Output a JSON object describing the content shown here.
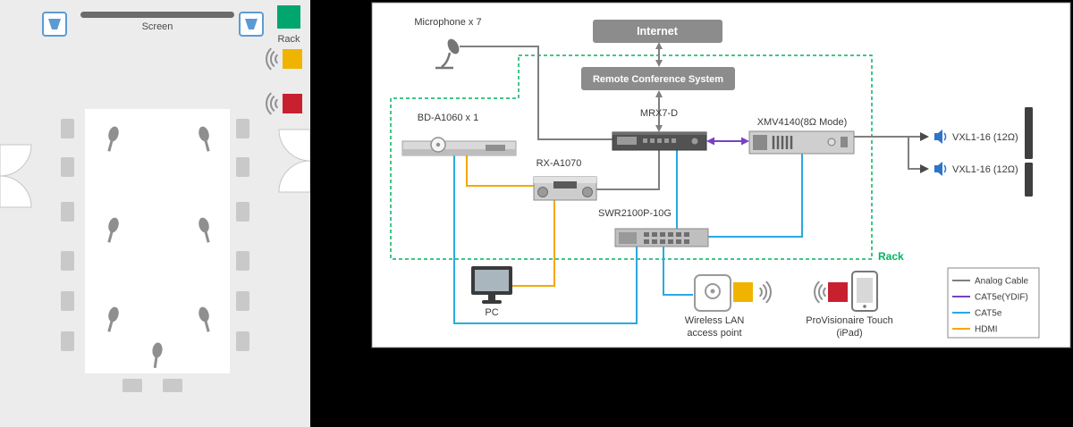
{
  "colors": {
    "rack_marker_green": "#00A66E",
    "ap_marker_yellow": "#F0B400",
    "ipad_marker_red": "#C8202F",
    "rack_outline_green": "#00B464"
  },
  "room": {
    "screen_label": "Screen",
    "rack_label": "Rack"
  },
  "diagram": {
    "microphone_label": "Microphone x 7",
    "internet_label": "Internet",
    "remote_conference_label": "Remote Conference System",
    "mrx_label": "MRX7-D",
    "xmv_label": "XMV4140(8Ω Mode)",
    "bd_label": "BD-A1060 x 1",
    "rx_label": "RX-A1070",
    "swr_label": "SWR2100P-10G",
    "pc_label": "PC",
    "wlan_label_line1": "Wireless LAN",
    "wlan_label_line2": "access point",
    "provisionaire_label_line1": "ProVisionaire Touch",
    "provisionaire_label_line2": "(iPad)",
    "speaker_top_label": "VXL1-16 (12Ω)",
    "speaker_bottom_label": "VXL1-16 (12Ω)",
    "rack_label": "Rack"
  },
  "legend": {
    "items": [
      {
        "label": "Analog Cable",
        "color": "#7F7F7F"
      },
      {
        "label": "CAT5e(YDIF)",
        "color": "#7B3FC4"
      },
      {
        "label": "CAT5e",
        "color": "#2AA9E0"
      },
      {
        "label": "HDMI",
        "color": "#F5A800"
      }
    ]
  }
}
